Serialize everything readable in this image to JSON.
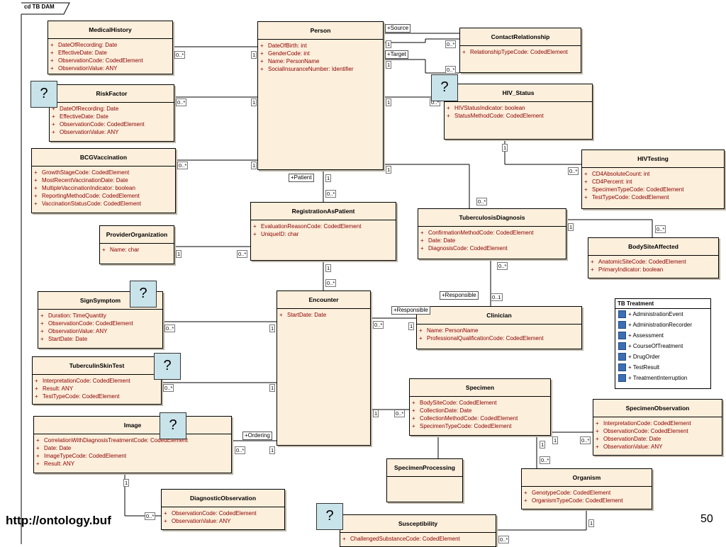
{
  "frame": {
    "label": "cd TB DAM"
  },
  "classes": {
    "person": {
      "name": "Person",
      "attrs": [
        "DateOfBirth: int",
        "GenderCode: int",
        "Name: PersonName",
        "SocialInsuranceNumber: Identifier"
      ]
    },
    "medical_history": {
      "name": "MedicalHistory",
      "attrs": [
        "DateOfRecording: Date",
        "EffectiveDate: Date",
        "ObservationCode: CodedElement",
        "ObservationValue: ANY"
      ]
    },
    "risk_factor": {
      "name": "RiskFactor",
      "attrs": [
        "DateOfRecording: Date",
        "EffectiveDate: Date",
        "ObservationCode: CodedElement",
        "ObservationValue: ANY"
      ]
    },
    "bcg_vaccination": {
      "name": "BCGVaccination",
      "attrs": [
        "GrowthStageCode: CodedElement",
        "MostRecentVaccinationDate: Date",
        "MultipleVaccinationIndicator: boolean",
        "ReportingMethodCode: CodedElement",
        "VaccinationStatusCode: CodedElement"
      ]
    },
    "contact_relationship": {
      "name": "ContactRelationship",
      "attrs": [
        "RelationshipTypeCode: CodedElement"
      ]
    },
    "hiv_status": {
      "name": "HIV_Status",
      "attrs": [
        "HIVStatusIndicator: boolean",
        "StatusMethodCode: CodedElement"
      ]
    },
    "hiv_testing": {
      "name": "HIVTesting",
      "attrs": [
        "CD4AbsoluteCount: int",
        "CD4Percent: int",
        "SpecimenTypeCode: CodedElement",
        "TestTypeCode: CodedElement"
      ]
    },
    "registration": {
      "name": "RegistrationAsPatient",
      "attrs": [
        "EvaluationReasonCode: CodedElement",
        "UniqueID: char"
      ]
    },
    "tb_diagnosis": {
      "name": "TuberculosisDiagnosis",
      "attrs": [
        "ConfirmationMethodCode: CodedElement",
        "Date: Date",
        "DiagnosisCode: CodedElement"
      ]
    },
    "body_site": {
      "name": "BodySiteAffected",
      "attrs": [
        "AnatomicSiteCode: CodedElement",
        "PrimaryIndicator: boolean"
      ]
    },
    "provider_org": {
      "name": "ProviderOrganization",
      "attrs": [
        "Name: char"
      ]
    },
    "sign_symptom": {
      "name": "SignSymptom",
      "attrs": [
        "Duration: TimeQuantity",
        "ObservationCode: CodedElement",
        "ObservationValue: ANY",
        "StartDate: Date"
      ]
    },
    "encounter": {
      "name": "Encounter",
      "attrs": [
        "StartDate: Date"
      ]
    },
    "clinician": {
      "name": "Clinician",
      "attrs": [
        "Name: PersonName",
        "ProfessionalQualificationCode: CodedElement"
      ]
    },
    "tuberculin": {
      "name": "TuberculinSkinTest",
      "attrs": [
        "InterpretationCode: CodedElement",
        "Result: ANY",
        "TestTypeCode: CodedElement"
      ]
    },
    "specimen": {
      "name": "Specimen",
      "attrs": [
        "BodySiteCode: CodedElement",
        "CollectionDate: Date",
        "CollectionMethodCode: CodedElement",
        "SpecimenTypeCode: CodedElement"
      ]
    },
    "specimen_obs": {
      "name": "SpecimenObservation",
      "attrs": [
        "InterpretationCode: CodedElement",
        "ObservationCode: CodedElement",
        "ObservationDate: Date",
        "ObservationValue: ANY"
      ]
    },
    "image": {
      "name": "Image",
      "attrs": [
        "CorrelationWithDiagnosisTreatmentCode: CodedElement",
        "Date: Date",
        "ImageTypeCode: CodedElement",
        "Result: ANY"
      ]
    },
    "specimen_processing": {
      "name": "SpecimenProcessing",
      "attrs": []
    },
    "organism": {
      "name": "Organism",
      "attrs": [
        "GenotypeCode: CodedElement",
        "OrganismTypeCode: CodedElement"
      ]
    },
    "diagnostic_obs": {
      "name": "DiagnosticObservation",
      "attrs": [
        "ObservationCode: CodedElement",
        "ObservationValue: ANY"
      ]
    },
    "susceptibility": {
      "name": "Susceptibility",
      "attrs": [
        "ChallengedSubstanceCode: CodedElement"
      ]
    }
  },
  "tb_treatment": {
    "title": "TB Treatment",
    "items": [
      "AdministrationEvent",
      "AdministrationRecorder",
      "Assessment",
      "CourseOfTreatment",
      "DrugOrder",
      "TestResult",
      "TreatmentInterruption"
    ]
  },
  "roles": {
    "source": "+Source",
    "target": "+Target",
    "patient": "+Patient",
    "responsible1": "+Responsible",
    "responsible2": "+Responsible",
    "ordering": "+Ordering"
  },
  "mult": {
    "one": "1",
    "many": "0..*",
    "zero_one": "0..1"
  },
  "question_mark": "?",
  "footer": {
    "url": "http://ontology.buf",
    "page": "50"
  }
}
